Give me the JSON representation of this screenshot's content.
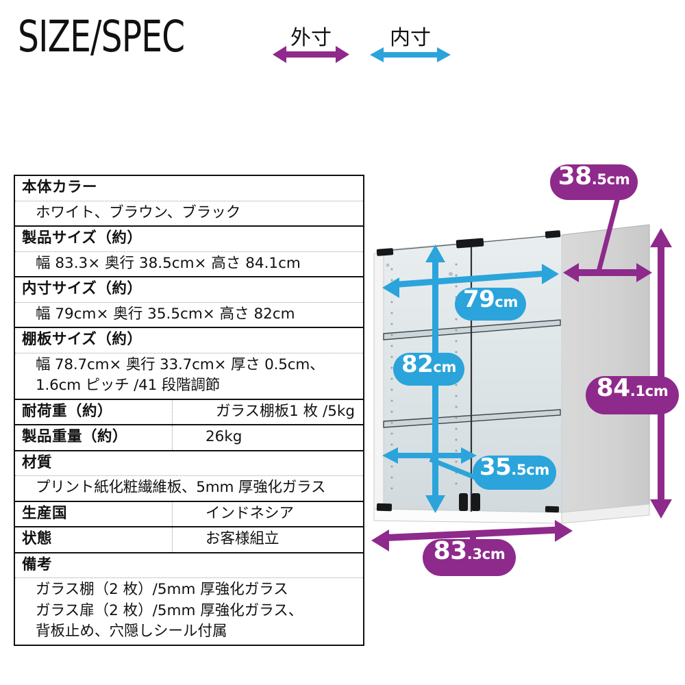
{
  "header": {
    "title": "SIZE/SPEC",
    "legend": [
      {
        "name": "outer-dimension",
        "label": "外寸",
        "color": "#8E2A8B"
      },
      {
        "name": "inner-dimension",
        "label": "内寸",
        "color": "#2BA4DB"
      }
    ]
  },
  "spec": {
    "body_color": {
      "label": "本体カラー",
      "value": "ホワイト、ブラウン、ブラック"
    },
    "product_size": {
      "label": "製品サイズ（約）",
      "value": "幅 83.3× 奥行 38.5cm× 高さ 84.1cm"
    },
    "inner_size": {
      "label": "内寸サイズ（約）",
      "value": "幅 79cm× 奥行 35.5cm× 高さ 82cm"
    },
    "shelf_size": {
      "label": "棚板サイズ（約）",
      "value_line1": "幅 78.7cm× 奥行 33.7cm× 厚さ 0.5cm、",
      "value_line2": "1.6cm ピッチ /41 段階調節"
    },
    "load_capacity": {
      "label": "耐荷重（約）",
      "value": "ガラス棚板1 枚 /5kg"
    },
    "weight": {
      "label": "製品重量（約）",
      "value": "26kg"
    },
    "material": {
      "label": "材質",
      "value": "プリント紙化粧繊維板、5mm 厚強化ガラス"
    },
    "country": {
      "label": "生産国",
      "value": "インドネシア"
    },
    "condition": {
      "label": "状態",
      "value": "お客様組立"
    },
    "remarks": {
      "label": "備考",
      "value_line1": "ガラス棚（2 枚）/5mm 厚強化ガラス",
      "value_line2": "ガラス扉（2 枚）/5mm 厚強化ガラス、",
      "value_line3": "背板止め、穴隠しシール付属"
    }
  },
  "callouts": {
    "depth_outer": {
      "number": "38",
      "unit": ".5cm",
      "color": "#8E2A8B"
    },
    "height_outer": {
      "number": "84",
      "unit": ".1cm",
      "color": "#8E2A8B"
    },
    "width_outer": {
      "number": "83",
      "unit": ".3cm",
      "color": "#8E2A8B"
    },
    "width_inner": {
      "number": "79",
      "unit": "cm",
      "color": "#2BA4DB"
    },
    "height_inner": {
      "number": "82",
      "unit": "cm",
      "color": "#2BA4DB"
    },
    "depth_inner": {
      "number": "35",
      "unit": ".5cm",
      "color": "#2BA4DB"
    }
  }
}
